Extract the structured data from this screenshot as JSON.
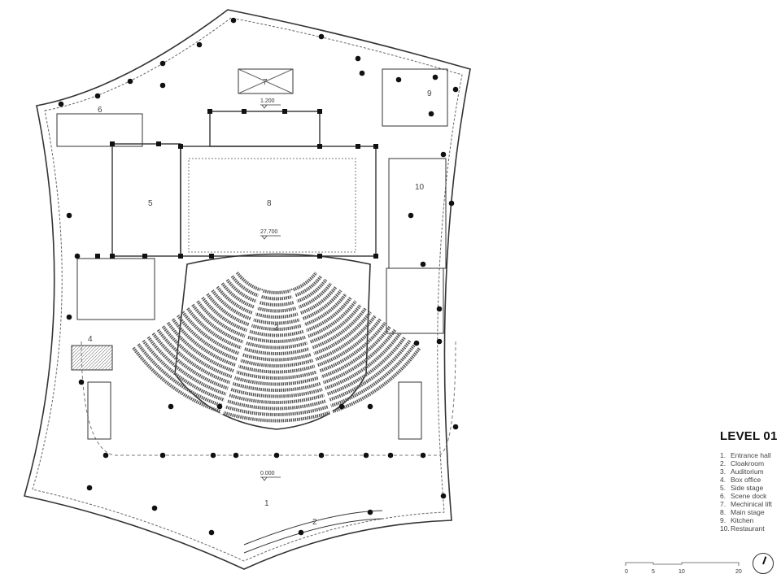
{
  "legend": {
    "title": "LEVEL 01",
    "items": [
      {
        "num": "1.",
        "label": "Entrance hall"
      },
      {
        "num": "2.",
        "label": "Cloakroom"
      },
      {
        "num": "3.",
        "label": "Auditorium"
      },
      {
        "num": "4.",
        "label": "Box office"
      },
      {
        "num": "5.",
        "label": "Side stage"
      },
      {
        "num": "6.",
        "label": "Scene dock"
      },
      {
        "num": "7.",
        "label": "Mechinical lift"
      },
      {
        "num": "8.",
        "label": "Main stage"
      },
      {
        "num": "9.",
        "label": "Kitchen"
      },
      {
        "num": "10.",
        "label": "Restaurant"
      }
    ]
  },
  "plan": {
    "room_labels": {
      "r1": "1",
      "r2": "2",
      "r3": "3",
      "r4": "4",
      "r5": "5",
      "r6": "6",
      "r7": "7",
      "r8": "8",
      "r9": "9",
      "r10": "10"
    },
    "elevations": {
      "upper": "1.200",
      "stage": "27.700",
      "ground": "0.000"
    }
  },
  "scale_bar": {
    "ticks": [
      "0",
      "5",
      "10",
      "20"
    ]
  }
}
